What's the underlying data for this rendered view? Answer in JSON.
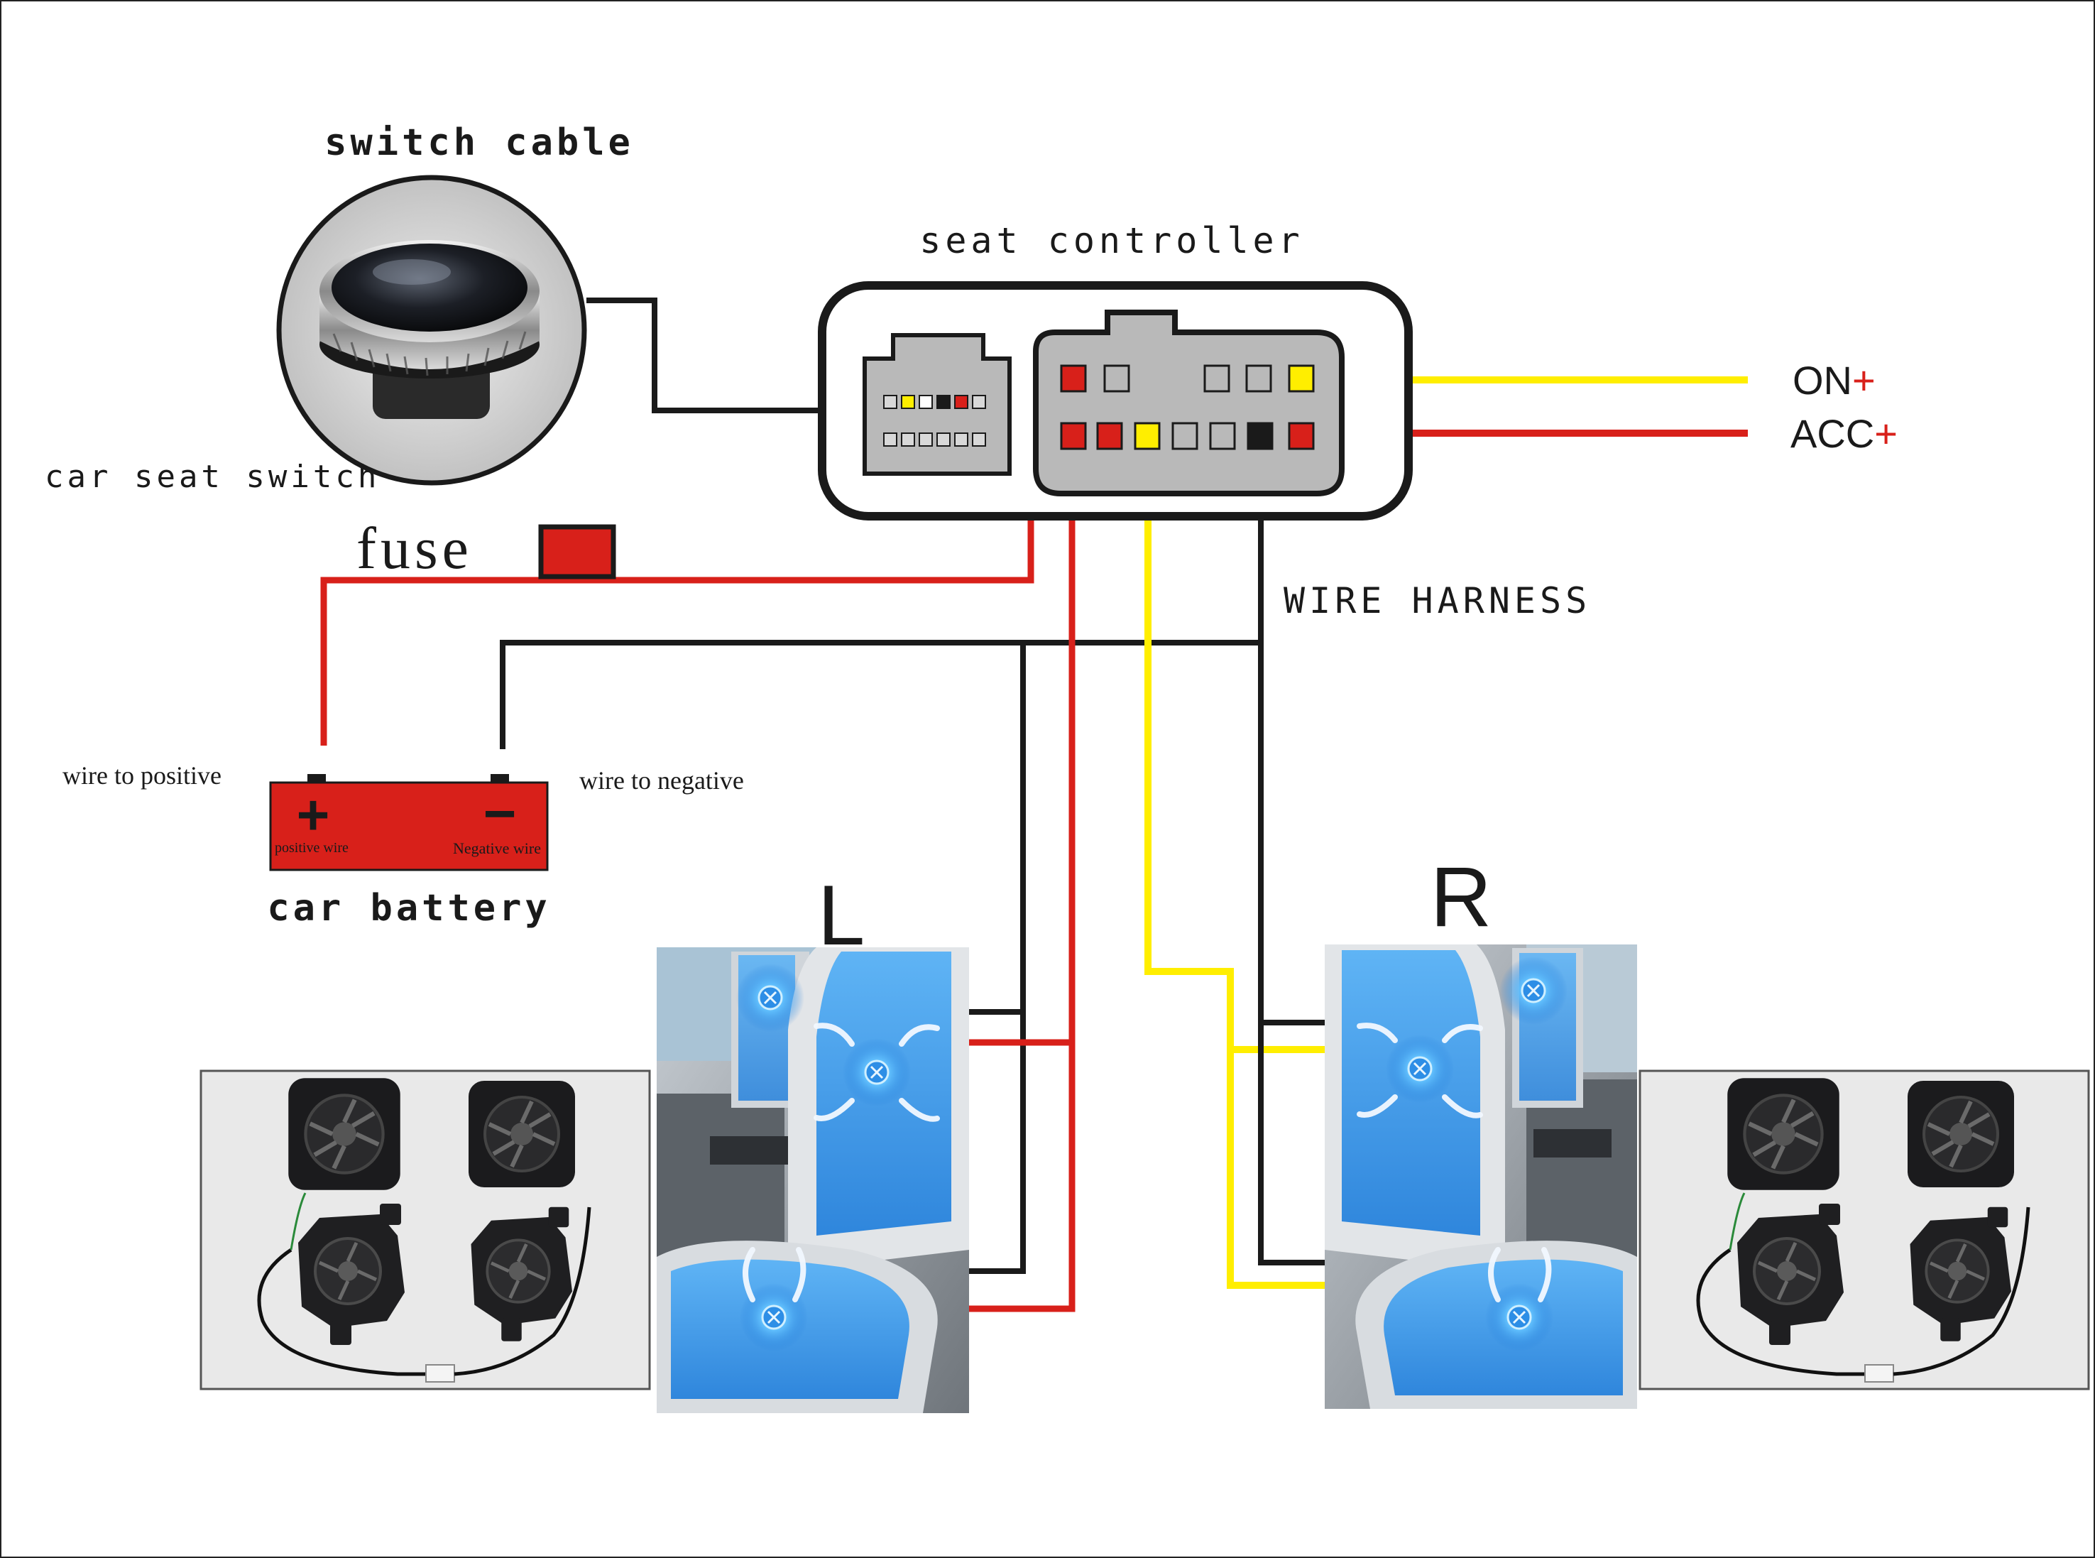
{
  "labels": {
    "switch_cable": "switch cable",
    "car_seat_switch": "car seat switch",
    "seat_controller": "seat controller",
    "fuse": "fuse",
    "wire_harness": "WIRE HARNESS",
    "on": "ON",
    "acc": "ACC",
    "plus": "+",
    "wire_to_positive": "wire to positive",
    "wire_to_negative": "wire to negative",
    "positive_wire": "positive wire",
    "negative_wire": "Negative wire",
    "battery_plus": "+",
    "battery_minus": "−",
    "car_battery": "car battery",
    "left": "L",
    "right": "R"
  },
  "colors": {
    "red_wire": "#d8201a",
    "yellow_wire": "#ffee00",
    "black_wire": "#1a1a1a",
    "connector_gray": "#b9b9b9",
    "seat_blue": "#3f9be6"
  },
  "icons": {
    "switch": "push-button-switch-icon",
    "fan": "seat-fan-icon",
    "battery": "car-battery-icon",
    "seat": "car-seat-icon"
  }
}
